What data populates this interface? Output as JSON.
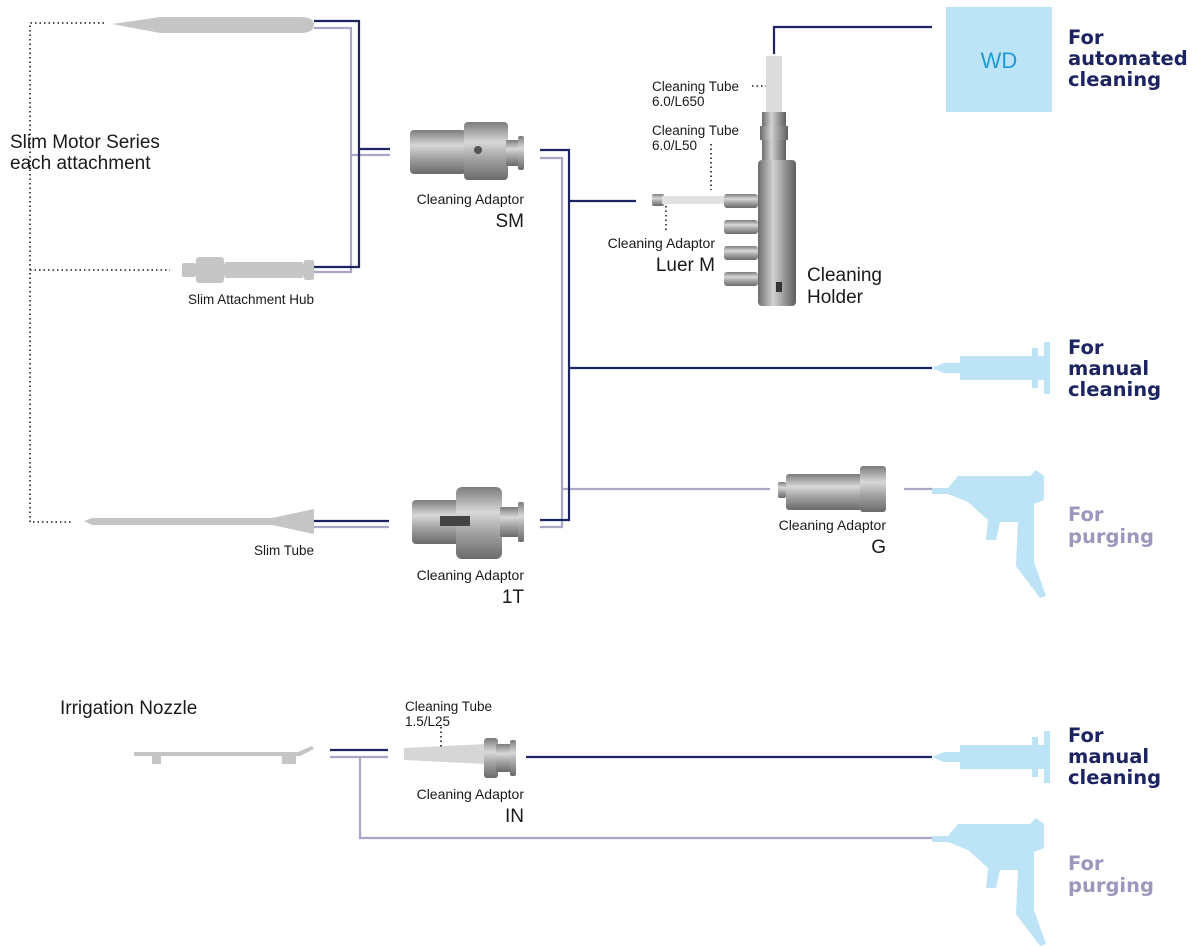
{
  "colors": {
    "dark_line": "#1c2461",
    "light_line": "#a9a6c6",
    "purge_text": "#9c98bd",
    "manual_text": "#1c2461",
    "device_blue": "#bde3f7",
    "wd_text": "#1e9ad6",
    "part_gray": "#c5c5c5",
    "metal": "#9a9a9a"
  },
  "sources": {
    "slim_motor_series": [
      "Slim Motor Series",
      "each attachment"
    ],
    "slim_attachment_hub": "Slim Attachment Hub",
    "slim_tube": "Slim Tube",
    "irrigation_nozzle": "Irrigation Nozzle"
  },
  "adaptors": {
    "sm": [
      "Cleaning Adaptor",
      "SM"
    ],
    "t1": [
      "Cleaning Adaptor",
      "1T"
    ],
    "g": [
      "Cleaning Adaptor",
      "G"
    ],
    "luer": [
      "Cleaning Adaptor",
      "Luer M"
    ],
    "in": [
      "Cleaning Adaptor",
      "IN"
    ]
  },
  "tubes": {
    "l650": [
      "Cleaning Tube",
      "6.0/L650"
    ],
    "l50": [
      "Cleaning Tube",
      "6.0/L50"
    ],
    "l25": [
      "Cleaning Tube",
      "1.5/L25"
    ]
  },
  "holder": [
    "Cleaning",
    "Holder"
  ],
  "wd_box": "WD",
  "destinations": {
    "automated": [
      "For",
      "automated",
      "cleaning"
    ],
    "manual_1": [
      "For",
      "manual",
      "cleaning"
    ],
    "purging_1": [
      "For",
      "purging"
    ],
    "manual_2": [
      "For",
      "manual",
      "cleaning"
    ],
    "purging_2": [
      "For",
      "purging"
    ]
  },
  "icons": {
    "washer_disinfector": "wd-box-icon",
    "syringe": "syringe-icon",
    "air_gun": "air-gun-icon",
    "handpiece": "handpiece-icon",
    "adaptor": "adaptor-icon",
    "holder": "cleaning-holder-icon"
  }
}
